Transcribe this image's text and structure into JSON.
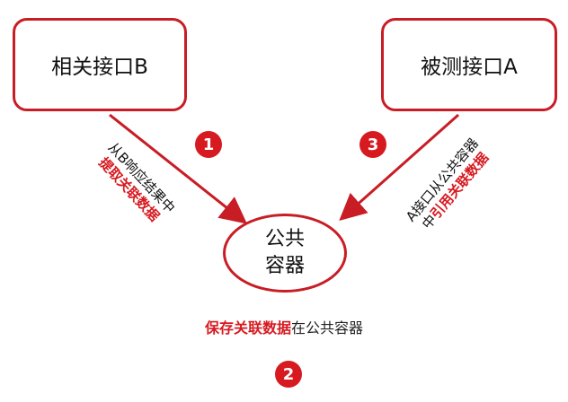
{
  "nodes": {
    "related_api": "相关接口B",
    "tested_api": "被测接口A",
    "container_line1": "公共",
    "container_line2": "容器"
  },
  "steps": {
    "step1_number": "1",
    "step1_text_black": "从B响应结果中",
    "step1_text_red": "提取关联数据",
    "step2_number": "2",
    "step2_text_red": "保存关联数据",
    "step2_text_black": "在公共容器",
    "step3_number": "3",
    "step3_text_black_line1": "A接口从公共容器",
    "step3_text_black_prefix": "中",
    "step3_text_red": "引用关联数据"
  },
  "colors": {
    "accent": "#c81d25",
    "badge": "#d71920"
  }
}
